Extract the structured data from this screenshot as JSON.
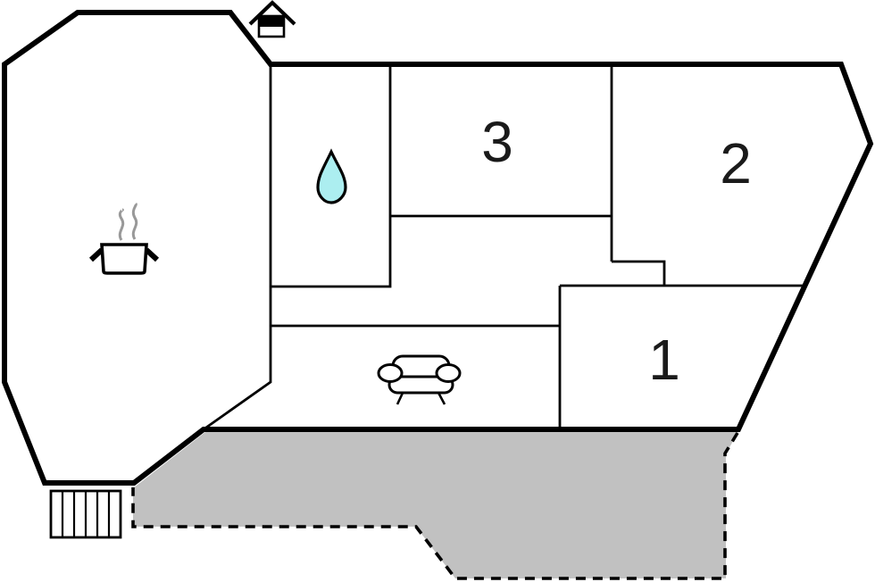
{
  "plan": {
    "type": "floor-plan",
    "rooms": [
      {
        "label": "1",
        "kind": "bedroom"
      },
      {
        "label": "2",
        "kind": "bedroom"
      },
      {
        "label": "3",
        "kind": "bedroom"
      }
    ],
    "icons": {
      "entrance": "house-icon",
      "kitchen": "cooking-pot-icon",
      "bathroom": "water-drop-icon",
      "living_room": "sofa-icon",
      "stairs": "stairs-icon"
    },
    "colors": {
      "wall": "#000000",
      "background": "#ffffff",
      "terrace_fill": "#c1c1c1",
      "water_drop_fill": "#aceef0",
      "steam_gray": "#999999",
      "room_number": "#1a1a1a"
    }
  }
}
